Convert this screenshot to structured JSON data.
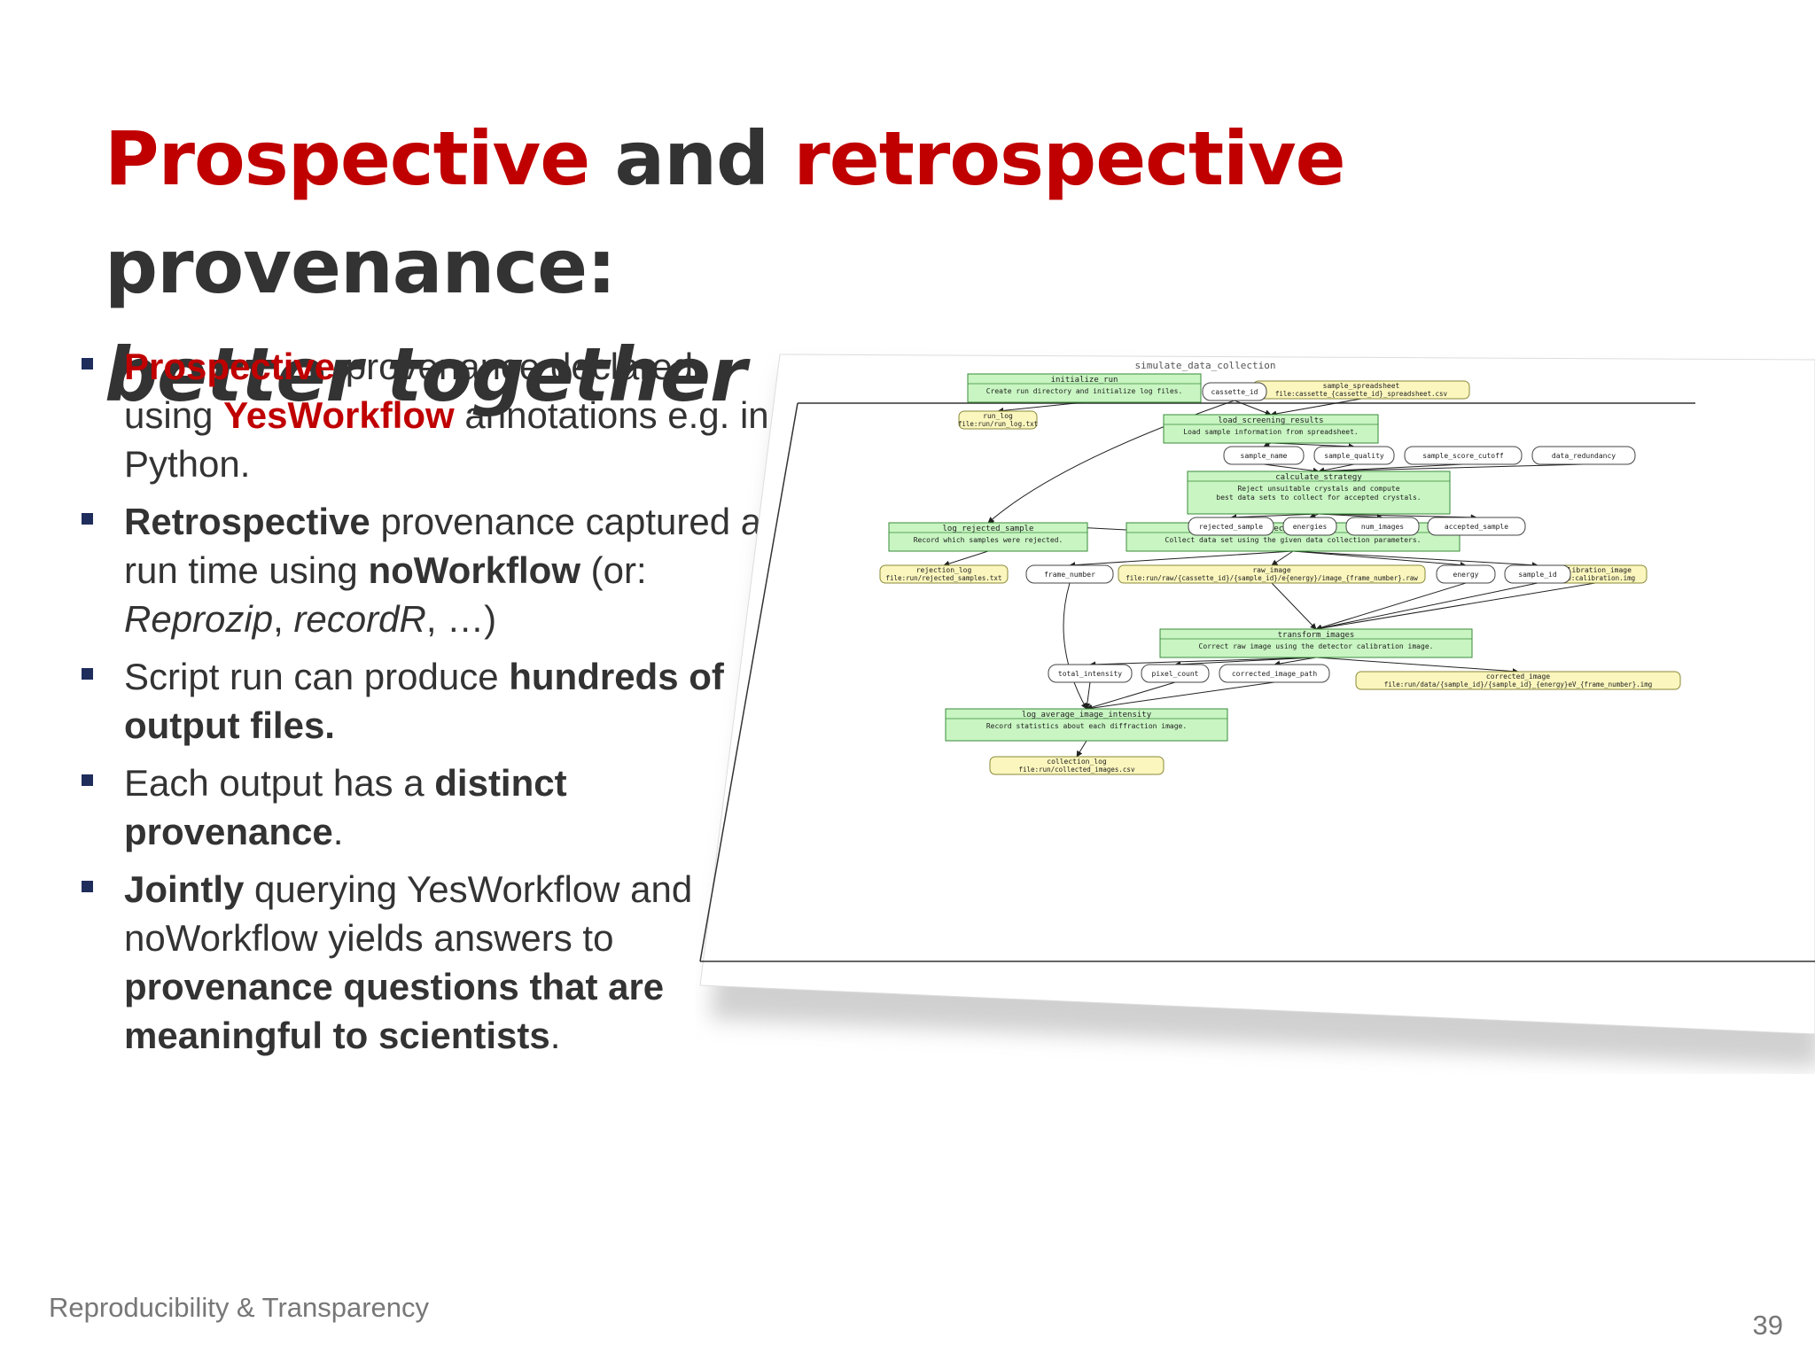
{
  "slide": {
    "title": {
      "part1": "Prospective",
      "part2": " and ",
      "part3": "retrospective",
      "part4": " provenance:",
      "subtitle": "better together"
    },
    "bullets": [
      {
        "runs": [
          {
            "text": "Prospective",
            "style": "red"
          },
          {
            "text": " provenance declared using ",
            "style": ""
          },
          {
            "text": "YesWorkflow",
            "style": "red"
          },
          {
            "text": " annotations e.g. in Python.",
            "style": ""
          }
        ]
      },
      {
        "runs": [
          {
            "text": "Retrospective",
            "style": "bold"
          },
          {
            "text": " provenance captured at run time using ",
            "style": ""
          },
          {
            "text": "noWorkflow",
            "style": "bold"
          },
          {
            "text": " (or: ",
            "style": ""
          },
          {
            "text": "Reprozip",
            "style": "italic"
          },
          {
            "text": ", ",
            "style": ""
          },
          {
            "text": "recordR",
            "style": "italic"
          },
          {
            "text": ", …)",
            "style": ""
          }
        ]
      },
      {
        "runs": [
          {
            "text": "Script run can produce ",
            "style": ""
          },
          {
            "text": "hundreds of output files.",
            "style": "bold"
          }
        ]
      },
      {
        "runs": [
          {
            "text": "Each output has a ",
            "style": ""
          },
          {
            "text": "distinct provenance",
            "style": "bold"
          },
          {
            "text": ".",
            "style": ""
          }
        ]
      },
      {
        "runs": [
          {
            "text": "Jointly",
            "style": "bold"
          },
          {
            "text": " querying YesWorkflow and noWorkflow yields answers to ",
            "style": ""
          },
          {
            "text": "provenance questions that are meaningful to scientists",
            "style": "bold"
          },
          {
            "text": ".",
            "style": ""
          }
        ]
      }
    ],
    "footer": "Reproducibility & Transparency",
    "page_number": "39"
  },
  "diagram": {
    "title": "simulate_data_collection",
    "processes": [
      {
        "id": "initialize_run",
        "name": "initialize_run",
        "desc": "Create run directory and initialize log files."
      },
      {
        "id": "load_screening_results",
        "name": "load_screening_results",
        "desc": "Load sample information from spreadsheet."
      },
      {
        "id": "calculate_strategy",
        "name": "calculate_strategy",
        "desc": "Reject unsuitable crystals and compute",
        "desc2": "best data sets to collect for accepted crystals."
      },
      {
        "id": "log_rejected_sample",
        "name": "log_rejected_sample",
        "desc": "Record which samples were rejected."
      },
      {
        "id": "collect_data_set",
        "name": "collect_data_set",
        "desc": "Collect data set using the given data collection parameters."
      },
      {
        "id": "transform_images",
        "name": "transform_images",
        "desc": "Correct raw image using the detector calibration image."
      },
      {
        "id": "log_average_image_intensity",
        "name": "log_average_image_intensity",
        "desc": "Record statistics about each diffraction image."
      }
    ],
    "files": [
      {
        "id": "sample_spreadsheet",
        "name": "sample_spreadsheet",
        "path": "file:cassette_{cassette_id}_spreadsheet.csv"
      },
      {
        "id": "run_log",
        "name": "run_log",
        "path": "file:run/run_log.txt"
      },
      {
        "id": "rejection_log",
        "name": "rejection_log",
        "path": "file:run/rejected_samples.txt"
      },
      {
        "id": "raw_image",
        "name": "raw_image",
        "path": "file:run/raw/{cassette_id}/{sample_id}/e{energy}/image_{frame_number}.raw"
      },
      {
        "id": "calibration_image",
        "name": "calibration_image",
        "path": "file:calibration.img"
      },
      {
        "id": "corrected_image",
        "name": "corrected_image",
        "path": "file:run/data/{sample_id}/{sample_id}_{energy}eV_{frame_number}.img"
      },
      {
        "id": "collection_log",
        "name": "collection_log",
        "path": "file:run/collected_images.csv"
      }
    ],
    "data": [
      {
        "id": "cassette_id",
        "label": "cassette_id"
      },
      {
        "id": "sample_name",
        "label": "sample_name"
      },
      {
        "id": "sample_quality",
        "label": "sample_quality"
      },
      {
        "id": "sample_score_cutoff",
        "label": "sample_score_cutoff"
      },
      {
        "id": "data_redundancy",
        "label": "data_redundancy"
      },
      {
        "id": "rejected_sample",
        "label": "rejected_sample"
      },
      {
        "id": "energies",
        "label": "energies"
      },
      {
        "id": "num_images",
        "label": "num_images"
      },
      {
        "id": "accepted_sample",
        "label": "accepted_sample"
      },
      {
        "id": "frame_number",
        "label": "frame_number"
      },
      {
        "id": "energy",
        "label": "energy"
      },
      {
        "id": "sample_id",
        "label": "sample_id"
      },
      {
        "id": "total_intensity",
        "label": "total_intensity"
      },
      {
        "id": "pixel_count",
        "label": "pixel_count"
      },
      {
        "id": "corrected_image_path",
        "label": "corrected_image_path"
      }
    ],
    "colors": {
      "process_fill": "#c8f5c2",
      "process_stroke": "#3a8a3a",
      "file_fill": "#fbf6bd",
      "file_stroke": "#8a8a3a",
      "data_fill": "#ffffff",
      "data_stroke": "#444444",
      "edge": "#222222"
    }
  }
}
